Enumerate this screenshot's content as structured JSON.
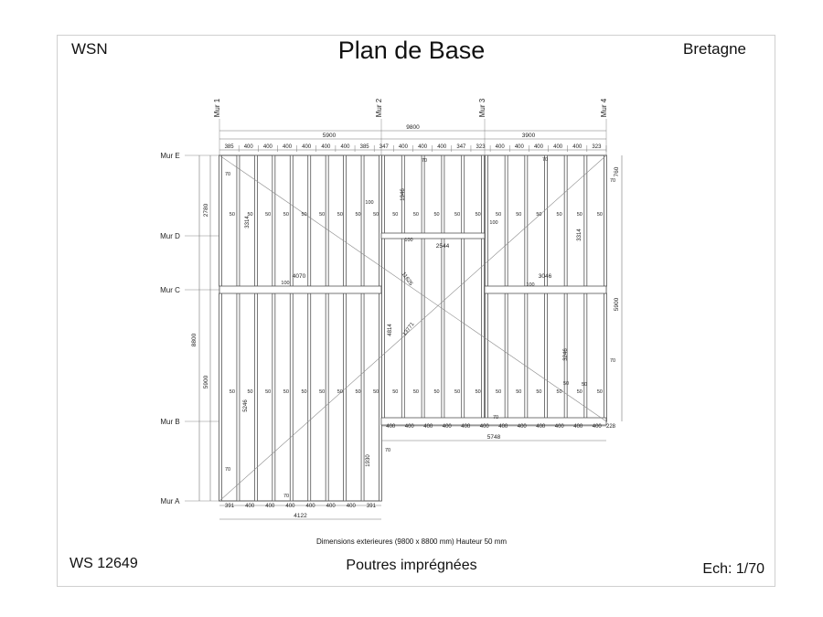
{
  "header": {
    "company": "WSN",
    "title": "Plan de Base",
    "region": "Bretagne"
  },
  "footer": {
    "dimensions": "Dimensions exterieures (9800 x 8800 mm) Hauteur 50 mm",
    "reference": "WS 12649",
    "subtitle": "Poutres imprégnées",
    "scale": "Ech: 1/70"
  },
  "walls": {
    "vertical": [
      "Mur 1",
      "Mur 2",
      "Mur 3",
      "Mur 4"
    ],
    "horizontal": [
      "Mur E",
      "Mur D",
      "Mur C",
      "Mur B",
      "Mur A"
    ]
  },
  "dimensions": {
    "total_width": "9800",
    "segment_left": "5900",
    "segment_right": "3900",
    "top_spacings": [
      "385",
      "400",
      "400",
      "400",
      "400",
      "400",
      "400",
      "385",
      "347",
      "400",
      "400",
      "400",
      "347",
      "323",
      "400",
      "400",
      "400",
      "400",
      "400",
      "323"
    ],
    "bottom_spacings": [
      "391",
      "400",
      "400",
      "400",
      "400",
      "400",
      "400",
      "391"
    ],
    "bottom_total": "4122",
    "mur_b_spacings": [
      "400",
      "400",
      "400",
      "400",
      "400",
      "400",
      "400",
      "400",
      "400",
      "400",
      "400",
      "400"
    ],
    "mur_b_end": "228",
    "mur_b_total": "5748",
    "left_total": "8800",
    "left_upper": "2780",
    "left_lower": "5900",
    "right_top": "760",
    "right_lower": "5900",
    "labels": [
      {
        "id": "d3314a",
        "text": "3314"
      },
      {
        "id": "d3314b",
        "text": "3314"
      },
      {
        "id": "d1946",
        "text": "1946"
      },
      {
        "id": "d2544",
        "text": "2544"
      },
      {
        "id": "d4070",
        "text": "4070"
      },
      {
        "id": "d3046",
        "text": "3046"
      },
      {
        "id": "d11626",
        "text": "11626"
      },
      {
        "id": "d13771",
        "text": "13771"
      },
      {
        "id": "d4814",
        "text": "4814"
      },
      {
        "id": "d5246",
        "text": "5246"
      },
      {
        "id": "d3246",
        "text": "3246"
      },
      {
        "id": "d1930",
        "text": "1930"
      }
    ],
    "small": {
      "seventy": "70",
      "fifty": "50",
      "hundred": "100"
    }
  }
}
